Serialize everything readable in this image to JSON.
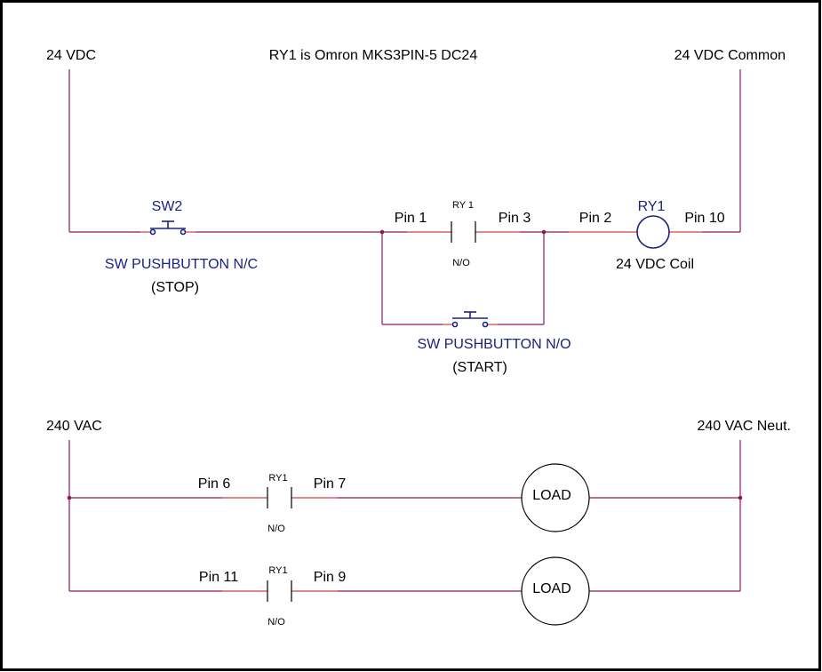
{
  "title_note": "RY1 is Omron MKS3PIN-5 DC24",
  "rails": {
    "dc_pos": "24 VDC",
    "dc_common": "24 VDC Common",
    "ac_line": "240 VAC",
    "ac_neutral": "240 VAC Neut."
  },
  "sw2": {
    "ref": "SW2",
    "type": "SW PUSHBUTTON N/C",
    "function": "(STOP)"
  },
  "start_switch": {
    "type": "SW PUSHBUTTON N/O",
    "function": "(START)"
  },
  "ry1_contact_1_3": {
    "ref": "RY 1",
    "state": "N/O",
    "pin_left": "Pin 1",
    "pin_right": "Pin 3"
  },
  "ry1_coil": {
    "ref": "RY1",
    "desc": "24 VDC Coil",
    "pin_left": "Pin 2",
    "pin_right": "Pin 10"
  },
  "ry1_contact_6_7": {
    "ref": "RY1",
    "state": "N/O",
    "pin_left": "Pin 6",
    "pin_right": "Pin 7"
  },
  "ry1_contact_11_9": {
    "ref": "RY1",
    "state": "N/O",
    "pin_left": "Pin 11",
    "pin_right": "Pin 9"
  },
  "load_1": {
    "label": "LOAD"
  },
  "load_2": {
    "label": "LOAD"
  },
  "colors": {
    "wire": "#8b1a5a",
    "pin_wire": "#d04040",
    "symbol": "#1a237e",
    "text": "#000000"
  }
}
